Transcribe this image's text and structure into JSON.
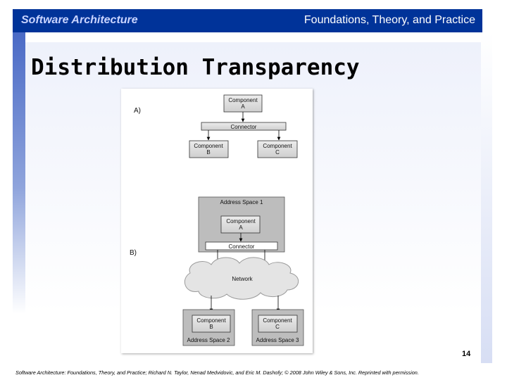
{
  "header": {
    "left_title": "Software Architecture",
    "right_title": "Foundations, Theory, and Practice"
  },
  "slide": {
    "title": "Distribution Transparency",
    "page_number": "14"
  },
  "footer": {
    "citation": "Software Architecture: Foundations, Theory, and Practice; Richard N. Taylor, Nenad Medvidovic, and Eric M. Dashofy; © 2008 John Wiley & Sons, Inc. Reprinted with permission."
  },
  "diagram": {
    "part_a": {
      "label": "A)",
      "component_a": [
        "Component",
        "A"
      ],
      "connector": "Connector",
      "component_b": [
        "Component",
        "B"
      ],
      "component_c": [
        "Component",
        "C"
      ]
    },
    "part_b": {
      "label": "B)",
      "address_space_1": "Address Space 1",
      "component_a": [
        "Component",
        "A"
      ],
      "connector": "Connector",
      "network": "Network",
      "component_b": [
        "Component",
        "B"
      ],
      "component_c": [
        "Component",
        "C"
      ],
      "address_space_2": "Address Space 2",
      "address_space_3": "Address Space 3"
    }
  },
  "colors": {
    "header_bg": "#003399",
    "box_fill": "#d9d9d9",
    "address_space_fill": "#bdbdbd"
  }
}
